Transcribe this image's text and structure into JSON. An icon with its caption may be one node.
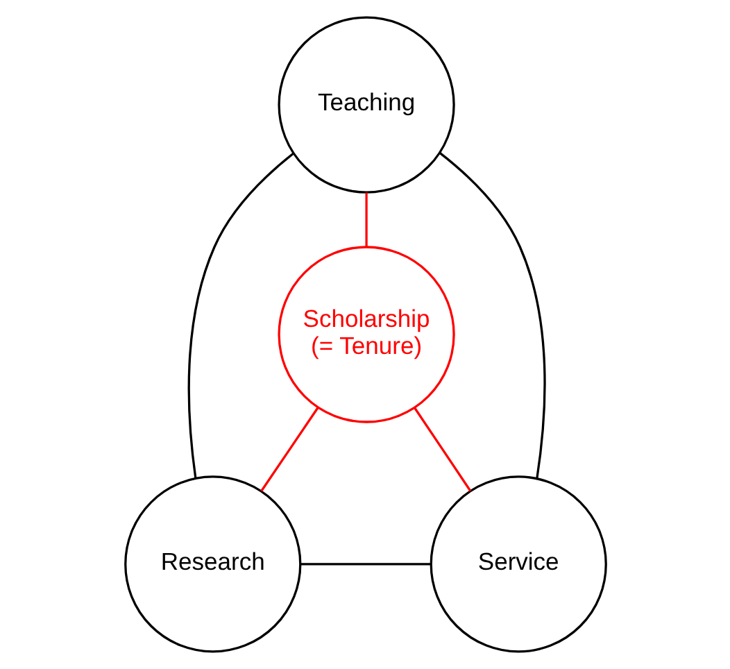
{
  "diagram": {
    "nodes": [
      {
        "text": [
          "Teaching"
        ]
      },
      {
        "text": [
          "Scholarship (= Tenure)"
        ]
      },
      {
        "text": [
          "Research"
        ]
      },
      {
        "text": [
          "Service"
        ]
      }
    ],
    "edges": [
      {
        "from": 0,
        "to": 2,
        "arrow": "none"
      },
      {
        "from": 0,
        "to": 3,
        "arrow": "none"
      },
      {
        "from": 2,
        "to": 3,
        "arrow": "none"
      },
      {
        "from": 0,
        "to": 1,
        "arrow": "none",
        "color": "#ff0000"
      },
      {
        "from": 1,
        "to": 2,
        "arrow": "none",
        "color": "#ff0000"
      },
      {
        "from": 1,
        "to": 3,
        "arrow": "none",
        "color": "#ff0000"
      }
    ]
  }
}
